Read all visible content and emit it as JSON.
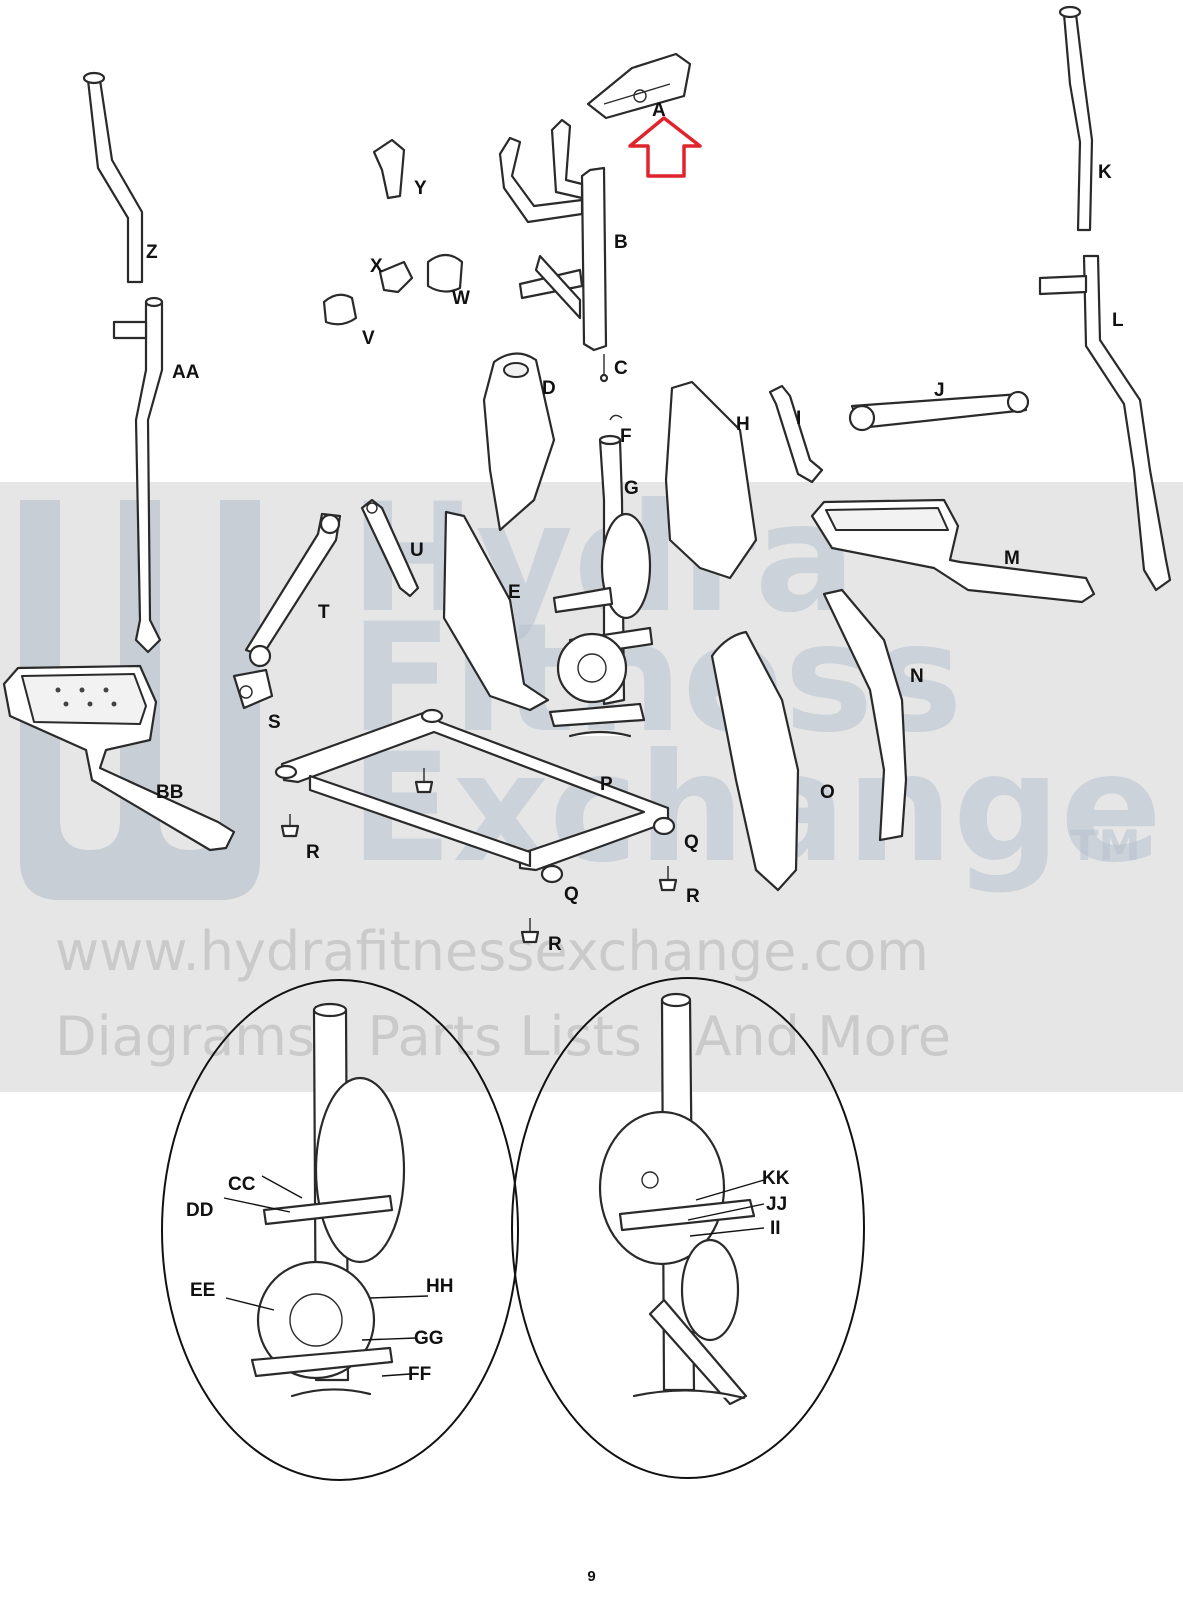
{
  "page": {
    "number": "9"
  },
  "callout_labels": {
    "A": "A",
    "B": "B",
    "C": "C",
    "D": "D",
    "E": "E",
    "F": "F",
    "G": "G",
    "H": "H",
    "I": "I",
    "J": "J",
    "K": "K",
    "L": "L",
    "M": "M",
    "N": "N",
    "O": "O",
    "P": "P",
    "Q1": "Q",
    "Q2": "Q",
    "R1": "R",
    "R2": "R",
    "R3": "R",
    "S": "S",
    "T": "T",
    "U": "U",
    "V": "V",
    "W": "W",
    "X": "X",
    "Y": "Y",
    "Z": "Z",
    "AA": "AA",
    "BB": "BB",
    "CC": "CC",
    "DD": "DD",
    "EE": "EE",
    "FF": "FF",
    "GG": "GG",
    "HH": "HH",
    "II": "II",
    "JJ": "JJ",
    "KK": "KK"
  },
  "watermark": {
    "line1": "Hydra",
    "line2": "Fitness",
    "line3": "Exchange",
    "tm": "TM",
    "url": "www.hydrafitnessexchange.com",
    "tagline": "Diagrams | Parts Lists | And More"
  },
  "colors": {
    "highlight_arrow": "#e0242b",
    "line": "#2a2a2a",
    "watermark_blue": "#b7c2cf"
  },
  "icons": {
    "pointer": "up-arrow-icon"
  }
}
